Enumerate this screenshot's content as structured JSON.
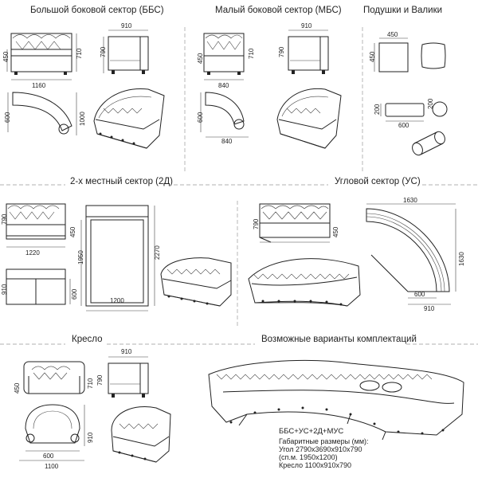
{
  "sections": {
    "bbs": "Большой боковой сектор (ББС)",
    "mbs": "Малый боковой сектор (МБС)",
    "pillows": "Подушки и Валики",
    "two_seat": "2-х местный сектор (2Д)",
    "corner": "Угловой сектор (УС)",
    "armchair": "Кресло",
    "variants": "Возможные варианты комплектаций"
  },
  "dims": {
    "bbs_top_910": "910",
    "bbs_h450": "450",
    "bbs_h710": "710",
    "bbs_w1160": "1160",
    "bbs_side790": "790",
    "bbs_plan600": "600",
    "bbs_plan1000": "1000",
    "mbs_top_910": "910",
    "mbs_h450": "450",
    "mbs_h710": "710",
    "mbs_w840": "840",
    "mbs_side790": "790",
    "mbs_plan600": "600",
    "mbs_plan840": "840",
    "pil_450w": "450",
    "pil_450h": "450",
    "pil_200": "200",
    "pil_600": "600",
    "pil_d200": "200",
    "two_h790": "790",
    "two_h450": "450",
    "two_w1220": "1220",
    "two_plan910": "910",
    "two_plan600": "600",
    "two_bed1950": "1950",
    "two_bed2270": "2270",
    "two_bed1200": "1200",
    "cor_h790": "790",
    "cor_h450": "450",
    "cor_1630w": "1630",
    "cor_1630h": "1630",
    "cor_600": "600",
    "cor_910": "910",
    "arm_910top": "910",
    "arm_h450": "450",
    "arm_h710": "710",
    "arm_side790": "790",
    "arm_plan910": "910",
    "arm_plan600": "600",
    "arm_plan1100": "1100"
  },
  "config_text": {
    "combo": "ББС+УС+2Д+МУС",
    "l1": "Габаритные размеры (мм):",
    "l2": "Угол 2790х3690х910х790",
    "l3": "(сп.м. 1950х1200)",
    "l4": "Кресло 1100х910х790"
  }
}
